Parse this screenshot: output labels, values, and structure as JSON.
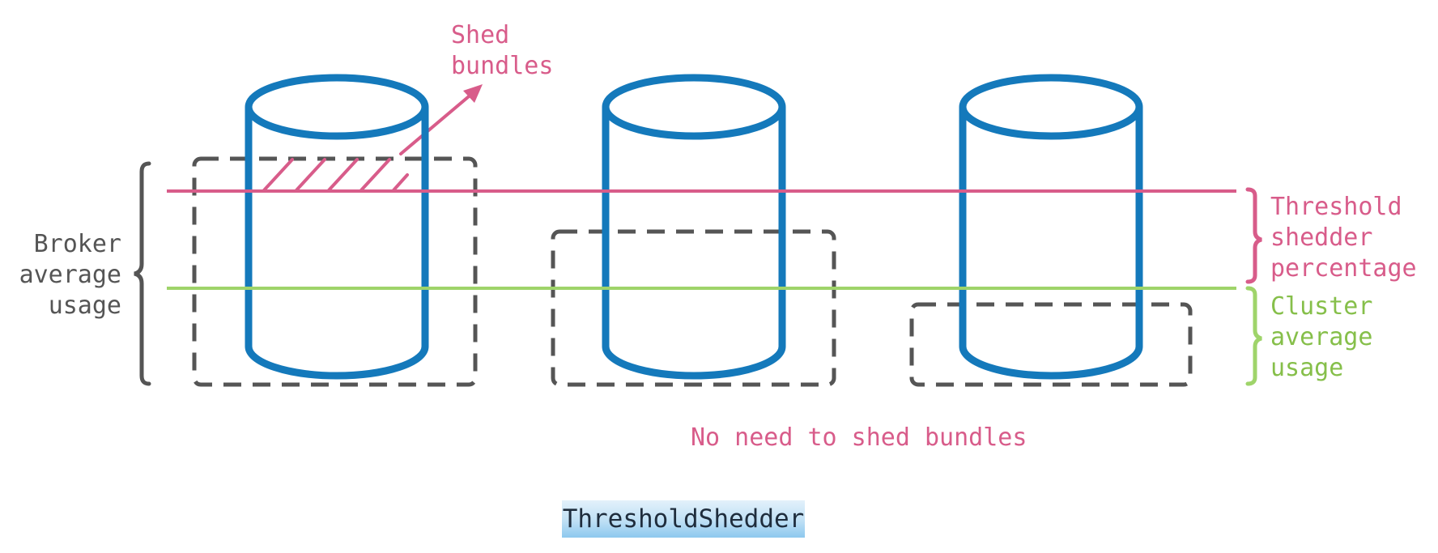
{
  "labels": {
    "shed_bundles_line1": "Shed",
    "shed_bundles_line2": "bundles",
    "broker_line1": "Broker",
    "broker_line2": "average",
    "broker_line3": "usage",
    "threshold_line1": "Threshold",
    "threshold_line2": "shedder",
    "threshold_line3": "percentage",
    "cluster_line1": "Cluster",
    "cluster_line2": "average",
    "cluster_line3": "usage",
    "no_need": "No need to shed bundles",
    "caption": "ThresholdShedder"
  },
  "colors": {
    "cylinder": "#1479bb",
    "threshold": "#d85c8a",
    "cluster": "#9fd46a",
    "dashed_box": "#555555",
    "text_dark": "#555555",
    "caption_bg": "#a8d4f2"
  }
}
